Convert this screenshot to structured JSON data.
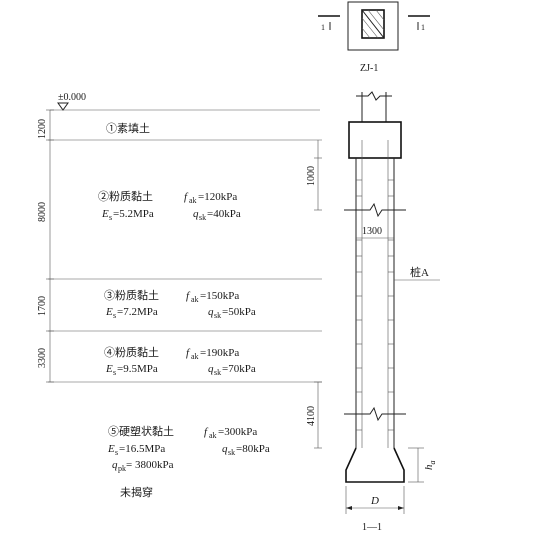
{
  "elevation": "±0.000",
  "layers": [
    {
      "depth": "1200",
      "name": "①素填土"
    },
    {
      "depth": "8000",
      "name": "②粉质黏土",
      "fak": "=120kPa",
      "es": "=5.2MPa",
      "qsk": "=40kPa"
    },
    {
      "depth": "1700",
      "name": "③粉质黏土",
      "fak": "=150kPa",
      "es": "=7.2MPa",
      "qsk": "=50kPa"
    },
    {
      "depth": "3300",
      "name": "④粉质黏土",
      "fak": "=190kPa",
      "es": "=9.5MPa",
      "qsk": "=70kPa"
    },
    {
      "depth": "",
      "name": "⑤硬塑状黏土",
      "fak": "=300kPa",
      "es": "=16.5MPa",
      "qsk": "=80kPa",
      "qpk": "= 3800kPa"
    }
  ],
  "not_penetrated": "未揭穿",
  "pile": {
    "cap_label": "ZJ-1",
    "section_mark": "1",
    "pile_label": "桩A",
    "dim_1000": "1000",
    "dim_1300": "1300",
    "dim_4100": "4100",
    "dim_ha": "h",
    "dim_ha_sub": "a",
    "dim_d": "D",
    "section_label": "1—1"
  },
  "symbols": {
    "f": "f",
    "ak": "ak",
    "E": "E",
    "s": "s",
    "q": "q",
    "sk": "sk",
    "pk": "pk"
  }
}
